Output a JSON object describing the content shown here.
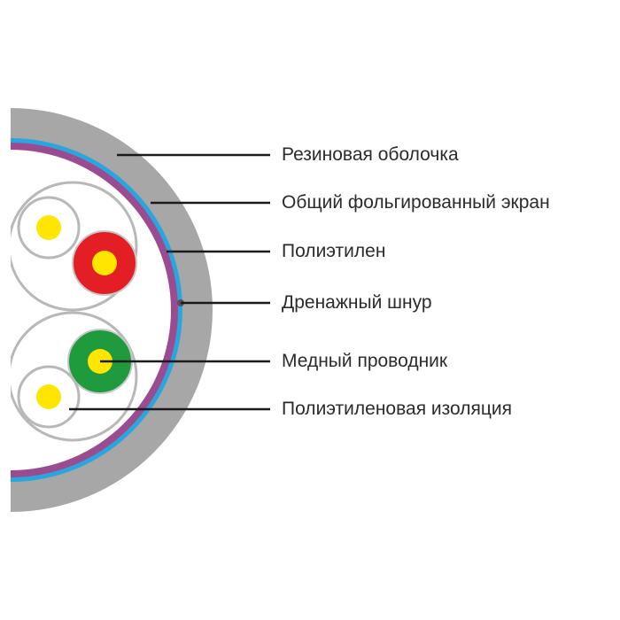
{
  "labels": {
    "rubber_sheath": "Резиновая оболочка",
    "common_foil_shield": "Общий фольгированный экран",
    "polyethylene": "Полиэтилен",
    "drain_wire": "Дренажный шнур",
    "copper_conductor": "Медный проводник",
    "polyethylene_insulation": "Полиэтиленовая изоляция"
  },
  "colors": {
    "sheath": "#a7a7a7",
    "foil_shield": "#2aa6df",
    "inner_layer": "#9b4b8f",
    "drain_wire": "#555555",
    "core_white": "#ffffff",
    "core_red": "#e31e24",
    "core_green": "#1f9a3c",
    "conductor": "#ffe600",
    "pair_outline": "#b8b8b8",
    "leader_line": "#1a1a1a"
  }
}
